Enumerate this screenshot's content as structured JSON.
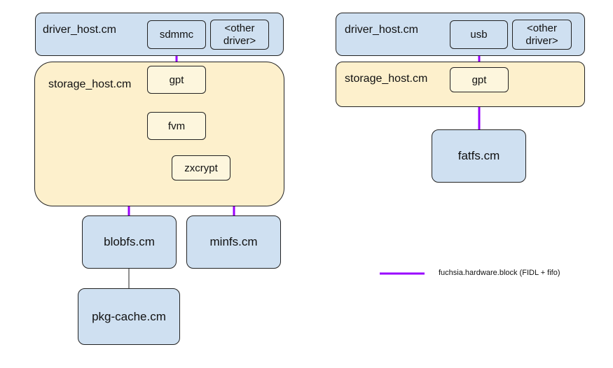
{
  "left": {
    "driver_host": {
      "title": "driver_host.cm",
      "child1": "sdmmc",
      "child2_line1": "<other",
      "child2_line2": "driver>"
    },
    "storage_host": {
      "title": "storage_host.cm",
      "gpt": "gpt",
      "fvm": "fvm",
      "zxcrypt": "zxcrypt"
    },
    "blobfs": "blobfs.cm",
    "minfs": "minfs.cm",
    "pkg_cache": "pkg-cache.cm"
  },
  "right": {
    "driver_host": {
      "title": "driver_host.cm",
      "child1": "usb",
      "child2_line1": "<other",
      "child2_line2": "driver>"
    },
    "storage_host": {
      "title": "storage_host.cm",
      "gpt": "gpt"
    },
    "fatfs": "fatfs.cm"
  },
  "legend": {
    "label": "fuchsia.hardware.block (FIDL + fifo)",
    "color": "#9900ff"
  },
  "colors": {
    "component_blue": "#cfe0f1",
    "storage_tan": "#fdf0cc",
    "protocol_purple": "#9900ff"
  }
}
